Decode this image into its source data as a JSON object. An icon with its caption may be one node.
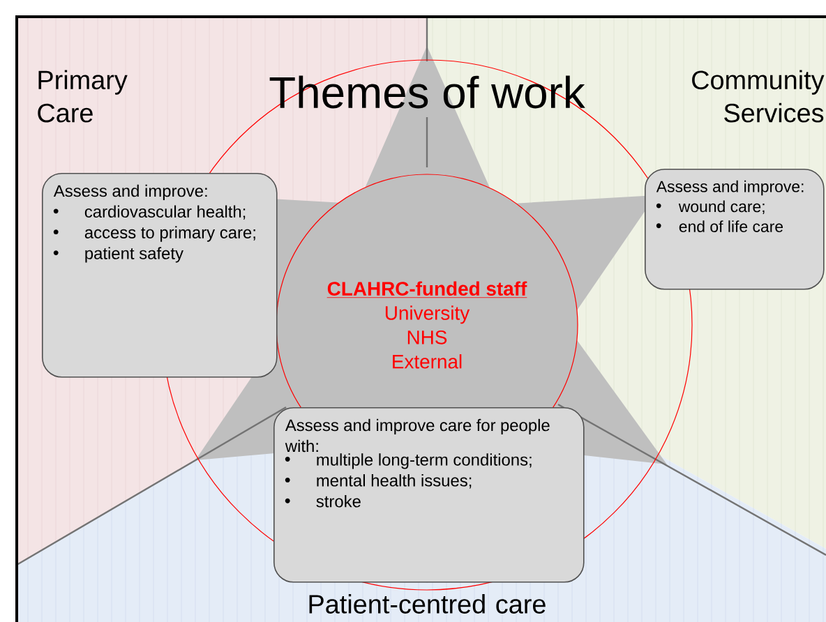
{
  "diagram": {
    "title": "Themes of work",
    "nodes": [
      {
        "text": [
          "Primary Care"
        ]
      },
      {
        "text": [
          "Community Services"
        ]
      },
      {
        "text": [
          "Patient-centred care"
        ]
      },
      {
        "text": [
          "CLAHRC-funded staff",
          "University",
          "NHS",
          "External"
        ]
      },
      {
        "text": [
          "Assess and improve:",
          "cardiovascular health;",
          "access to primary care;",
          "patient safety"
        ]
      },
      {
        "text": [
          "Assess and improve:",
          "wound care;",
          "end of life care"
        ]
      },
      {
        "text": [
          "Assess and improve care for people with:",
          "multiple long-term conditions;",
          "mental health issues;",
          "stroke"
        ]
      }
    ],
    "edges": []
  }
}
